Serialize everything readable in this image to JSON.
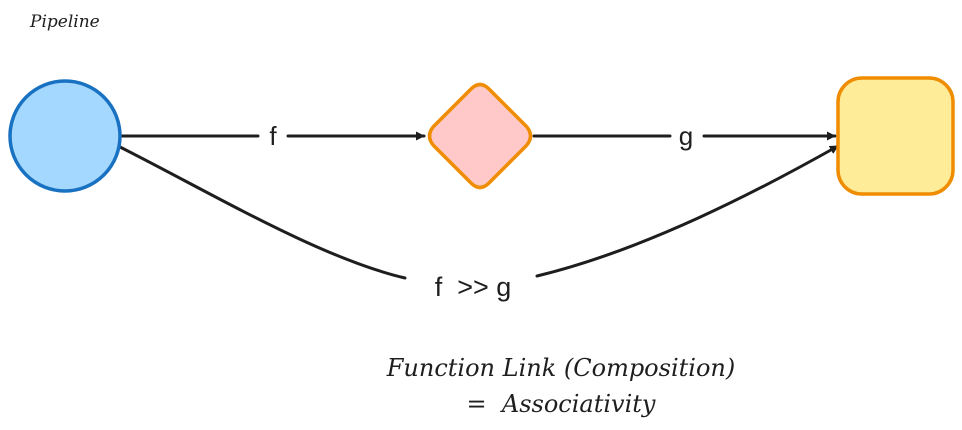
{
  "diagram": {
    "title": "Pipeline",
    "nodes": [
      {
        "id": "source",
        "shape": "circle",
        "fill": "#a5d8ff",
        "stroke": "#1971c2"
      },
      {
        "id": "middle",
        "shape": "diamond",
        "fill": "#ffc9c9",
        "stroke": "#f08c00"
      },
      {
        "id": "target",
        "shape": "rounded-rectangle",
        "fill": "#ffec99",
        "stroke": "#f08c00"
      }
    ],
    "edges": [
      {
        "from": "source",
        "to": "middle",
        "label": "f"
      },
      {
        "from": "middle",
        "to": "target",
        "label": "g"
      },
      {
        "from": "source",
        "to": "target",
        "label": "f  >> g"
      }
    ],
    "caption": {
      "line1": "Function Link (Composition)",
      "line2": "=  Associativity"
    },
    "colors": {
      "edge": "#1e1e1e",
      "text": "#1e1e1e"
    }
  }
}
